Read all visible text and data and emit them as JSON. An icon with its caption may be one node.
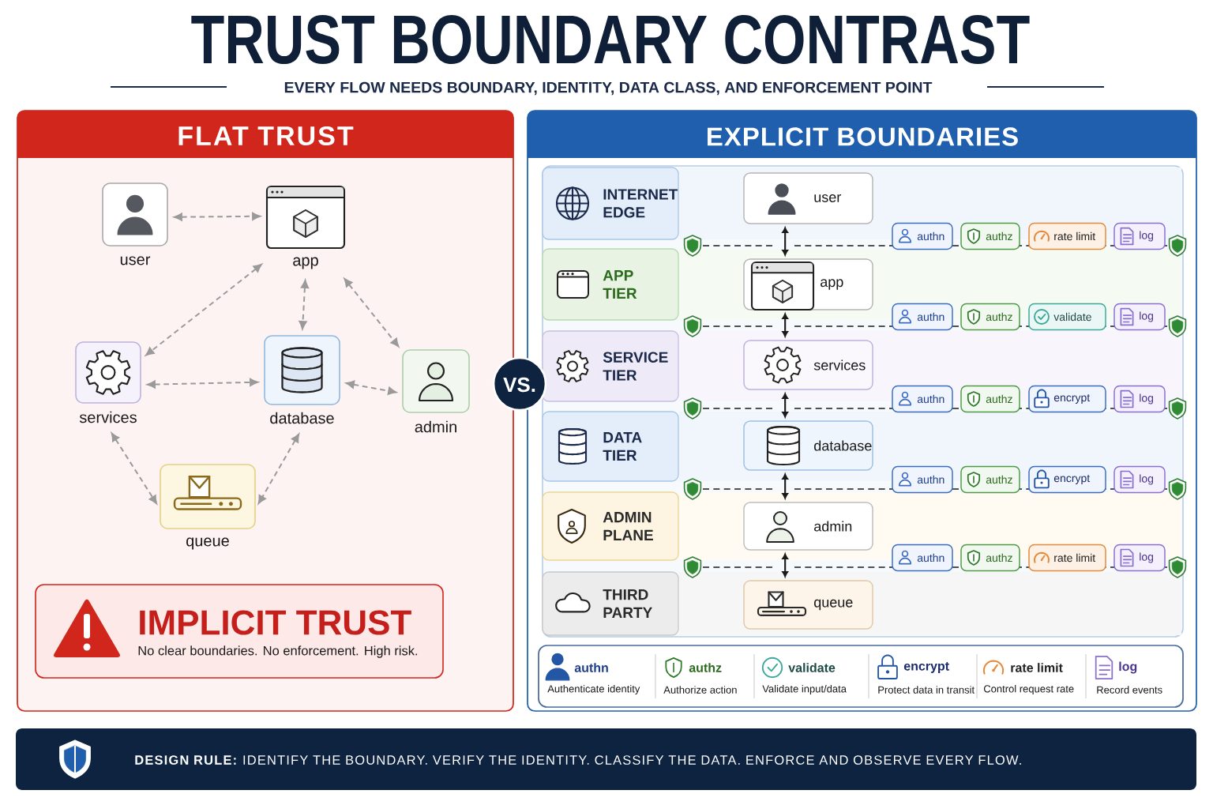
{
  "diagram": {
    "title": "TRUST BOUNDARY CONTRAST",
    "nodes": [
      {
        "text": [
          "FLAT TRUST"
        ]
      },
      {
        "text": [
          "user"
        ],
        "in": 0
      },
      {
        "text": [
          "app"
        ],
        "in": 0
      },
      {
        "text": [
          "services"
        ],
        "in": 0
      },
      {
        "text": [
          "database"
        ],
        "in": 0
      },
      {
        "text": [
          "admin"
        ],
        "in": 0
      },
      {
        "text": [
          "queue"
        ],
        "in": 0
      },
      {
        "text": [
          "IMPLICIT TRUST",
          "No clear boundaries. No enforcement. High risk."
        ],
        "in": 0
      },
      {
        "text": [
          "VS."
        ]
      },
      {
        "text": [
          "EXPLICIT BOUNDARIES"
        ]
      },
      {
        "text": [
          "INTERNET EDGE"
        ],
        "in": 9
      },
      {
        "text": [
          "APP TIER"
        ],
        "in": 9
      },
      {
        "text": [
          "SERVICE TIER"
        ],
        "in": 9
      },
      {
        "text": [
          "DATA TIER"
        ],
        "in": 9
      },
      {
        "text": [
          "ADMIN PLANE"
        ],
        "in": 9
      },
      {
        "text": [
          "THIRD PARTY"
        ],
        "in": 9
      },
      {
        "text": [
          "user"
        ],
        "in": 9
      },
      {
        "text": [
          "app"
        ],
        "in": 9
      },
      {
        "text": [
          "services"
        ],
        "in": 9
      },
      {
        "text": [
          "database"
        ],
        "in": 9
      },
      {
        "text": [
          "admin"
        ],
        "in": 9
      },
      {
        "text": [
          "queue"
        ],
        "in": 9
      },
      {
        "text": [
          "authn"
        ],
        "in": 9
      },
      {
        "text": [
          "authz"
        ],
        "in": 9
      },
      {
        "text": [
          "rate limit"
        ],
        "in": 9
      },
      {
        "text": [
          "log"
        ],
        "in": 9
      },
      {
        "text": [
          "authn"
        ],
        "in": 9
      },
      {
        "text": [
          "authz"
        ],
        "in": 9
      },
      {
        "text": [
          "validate"
        ],
        "in": 9
      },
      {
        "text": [
          "log"
        ],
        "in": 9
      },
      {
        "text": [
          "authn"
        ],
        "in": 9
      },
      {
        "text": [
          "authz"
        ],
        "in": 9
      },
      {
        "text": [
          "encrypt"
        ],
        "in": 9
      },
      {
        "text": [
          "log"
        ],
        "in": 9
      },
      {
        "text": [
          "authn"
        ],
        "in": 9
      },
      {
        "text": [
          "authz"
        ],
        "in": 9
      },
      {
        "text": [
          "encrypt"
        ],
        "in": 9
      },
      {
        "text": [
          "log"
        ],
        "in": 9
      },
      {
        "text": [
          "authn"
        ],
        "in": 9
      },
      {
        "text": [
          "authz"
        ],
        "in": 9
      },
      {
        "text": [
          "rate limit"
        ],
        "in": 9
      },
      {
        "text": [
          "log"
        ],
        "in": 9
      },
      {
        "text": [
          "**DESIGN RULE:** IDENTIFY THE BOUNDARY. VERIFY THE IDENTITY. CLASSIFY THE DATA. ENFORCE AND OBSERVE EVERY FLOW."
        ]
      }
    ],
    "edges": [
      {
        "from": 1,
        "to": 2,
        "arrow": "both",
        "style": "dashed"
      },
      {
        "from": 2,
        "to": 3,
        "arrow": "both",
        "style": "dashed"
      },
      {
        "from": 2,
        "to": 4,
        "arrow": "both",
        "style": "dashed"
      },
      {
        "from": 2,
        "to": 5,
        "arrow": "both",
        "style": "dashed"
      },
      {
        "from": 3,
        "to": 4,
        "arrow": "both",
        "style": "dashed"
      },
      {
        "from": 4,
        "to": 5,
        "arrow": "both",
        "style": "dashed"
      },
      {
        "from": 3,
        "to": 6,
        "arrow": "both",
        "style": "dashed"
      },
      {
        "from": 4,
        "to": 6,
        "arrow": "both",
        "style": "dashed"
      },
      {
        "from": 16,
        "to": 17,
        "arrow": "both",
        "color": "#1a1a1a"
      },
      {
        "from": 17,
        "to": 18,
        "arrow": "both",
        "color": "#1a1a1a"
      },
      {
        "from": 18,
        "to": 19,
        "arrow": "both",
        "color": "#1a1a1a"
      },
      {
        "from": 19,
        "to": 20,
        "arrow": "both",
        "color": "#1a1a1a"
      },
      {
        "from": 20,
        "to": 21,
        "arrow": "both",
        "color": "#1a1a1a"
      }
    ],
    "labels": [
      "EVERY FLOW NEEDS BOUNDARY, IDENTITY, DATA CLASS, AND ENFORCEMENT POINT",
      "Authenticate identity",
      "Authorize action",
      "Validate input/data",
      "Protect data in transit",
      "Control request rate",
      "Record events"
    ],
    "legend": [
      {
        "text": "authn"
      },
      {
        "text": "authz"
      },
      {
        "text": "validate"
      },
      {
        "text": "encrypt"
      },
      {
        "text": "rate limit"
      },
      {
        "text": "log"
      }
    ]
  }
}
